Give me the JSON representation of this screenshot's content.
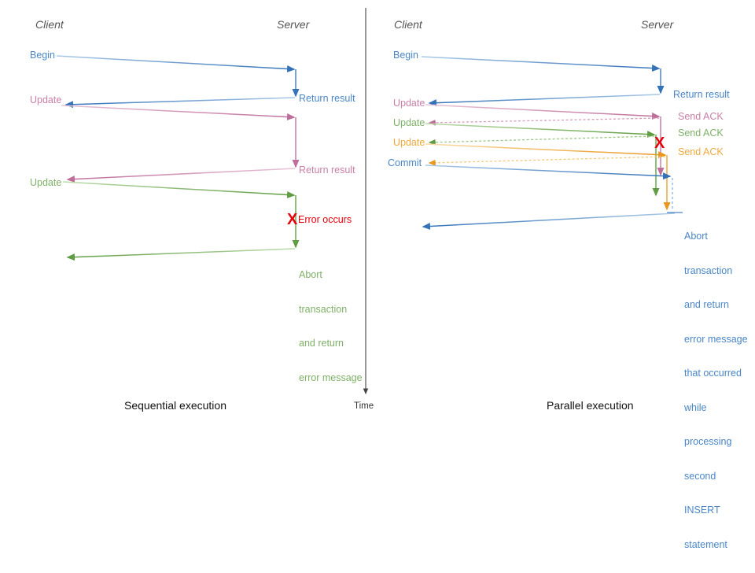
{
  "colors": {
    "blue": "#4a86c8",
    "blue_dark": "#3573b9",
    "pink": "#c97fa8",
    "pink_dark": "#bf6e9b",
    "green": "#7fb069",
    "green_dark": "#5f9c42",
    "orange": "#f0a93c",
    "orange_dark": "#e8961f",
    "red": "#e8000d",
    "header_gray": "#555555",
    "caption_black": "#111111",
    "axis_gray": "#444444"
  },
  "divider": {
    "name": "vertical-divider"
  },
  "time_axis": {
    "label": "Time"
  },
  "left_panel": {
    "caption": "Sequential execution",
    "header_client": "Client",
    "header_server": "Server",
    "client_labels": [
      {
        "text": "Begin",
        "color": "#4a86c8"
      },
      {
        "text": "Update",
        "color": "#c97fa8"
      },
      {
        "text": "Update",
        "color": "#7fb069"
      }
    ],
    "server_labels": [
      {
        "text": "Return result",
        "color": "#4a86c8"
      },
      {
        "text": "Return result",
        "color": "#c97fa8"
      }
    ],
    "error_marker": {
      "glyph": "X",
      "text": "Error occurs",
      "color": "#e8000d"
    },
    "abort_block": {
      "color": "#7fb069",
      "lines": [
        "Abort",
        "transaction",
        "and return",
        "error message"
      ]
    }
  },
  "right_panel": {
    "caption": "Parallel execution",
    "header_client": "Client",
    "header_server": "Server",
    "client_labels": [
      {
        "text": "Begin",
        "color": "#4a86c8"
      },
      {
        "text": "Update",
        "color": "#c97fa8"
      },
      {
        "text": "Update",
        "color": "#7fb069"
      },
      {
        "text": "Update",
        "color": "#f0a93c"
      },
      {
        "text": "Commit",
        "color": "#4a86c8"
      }
    ],
    "server_labels": [
      {
        "text": "Return result",
        "color": "#4a86c8"
      },
      {
        "text": "Send ACK",
        "color": "#c97fa8"
      },
      {
        "text": "Send ACK",
        "color": "#7fb069"
      },
      {
        "text": "Send ACK",
        "color": "#f0a93c"
      }
    ],
    "error_marker": {
      "glyph": "X",
      "color": "#e8000d"
    },
    "abort_block": {
      "color": "#4a86c8",
      "lines": [
        "Abort",
        "transaction",
        "and return",
        "error message",
        "that occurred",
        "while",
        "processing",
        "second",
        "INSERT",
        "statement"
      ]
    }
  }
}
